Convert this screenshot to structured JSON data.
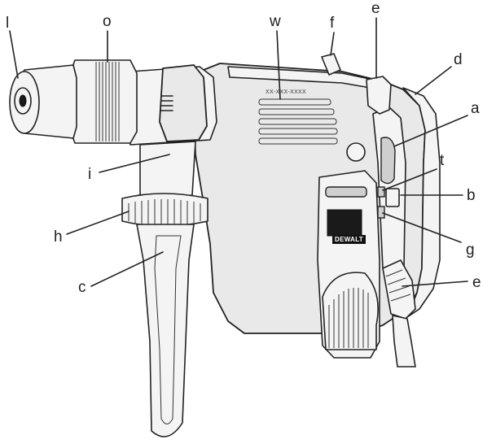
{
  "labels": {
    "l": "l",
    "o": "o",
    "w": "w",
    "f": "f",
    "e_top": "e",
    "d": "d",
    "a": "a",
    "t": "t",
    "b": "b",
    "g": "g",
    "e_bottom": "e",
    "c": "c",
    "h": "h",
    "i": "i"
  },
  "product": {
    "brand_badge": "DEWALT",
    "serial_text": "XX-XXX-XXXX"
  }
}
